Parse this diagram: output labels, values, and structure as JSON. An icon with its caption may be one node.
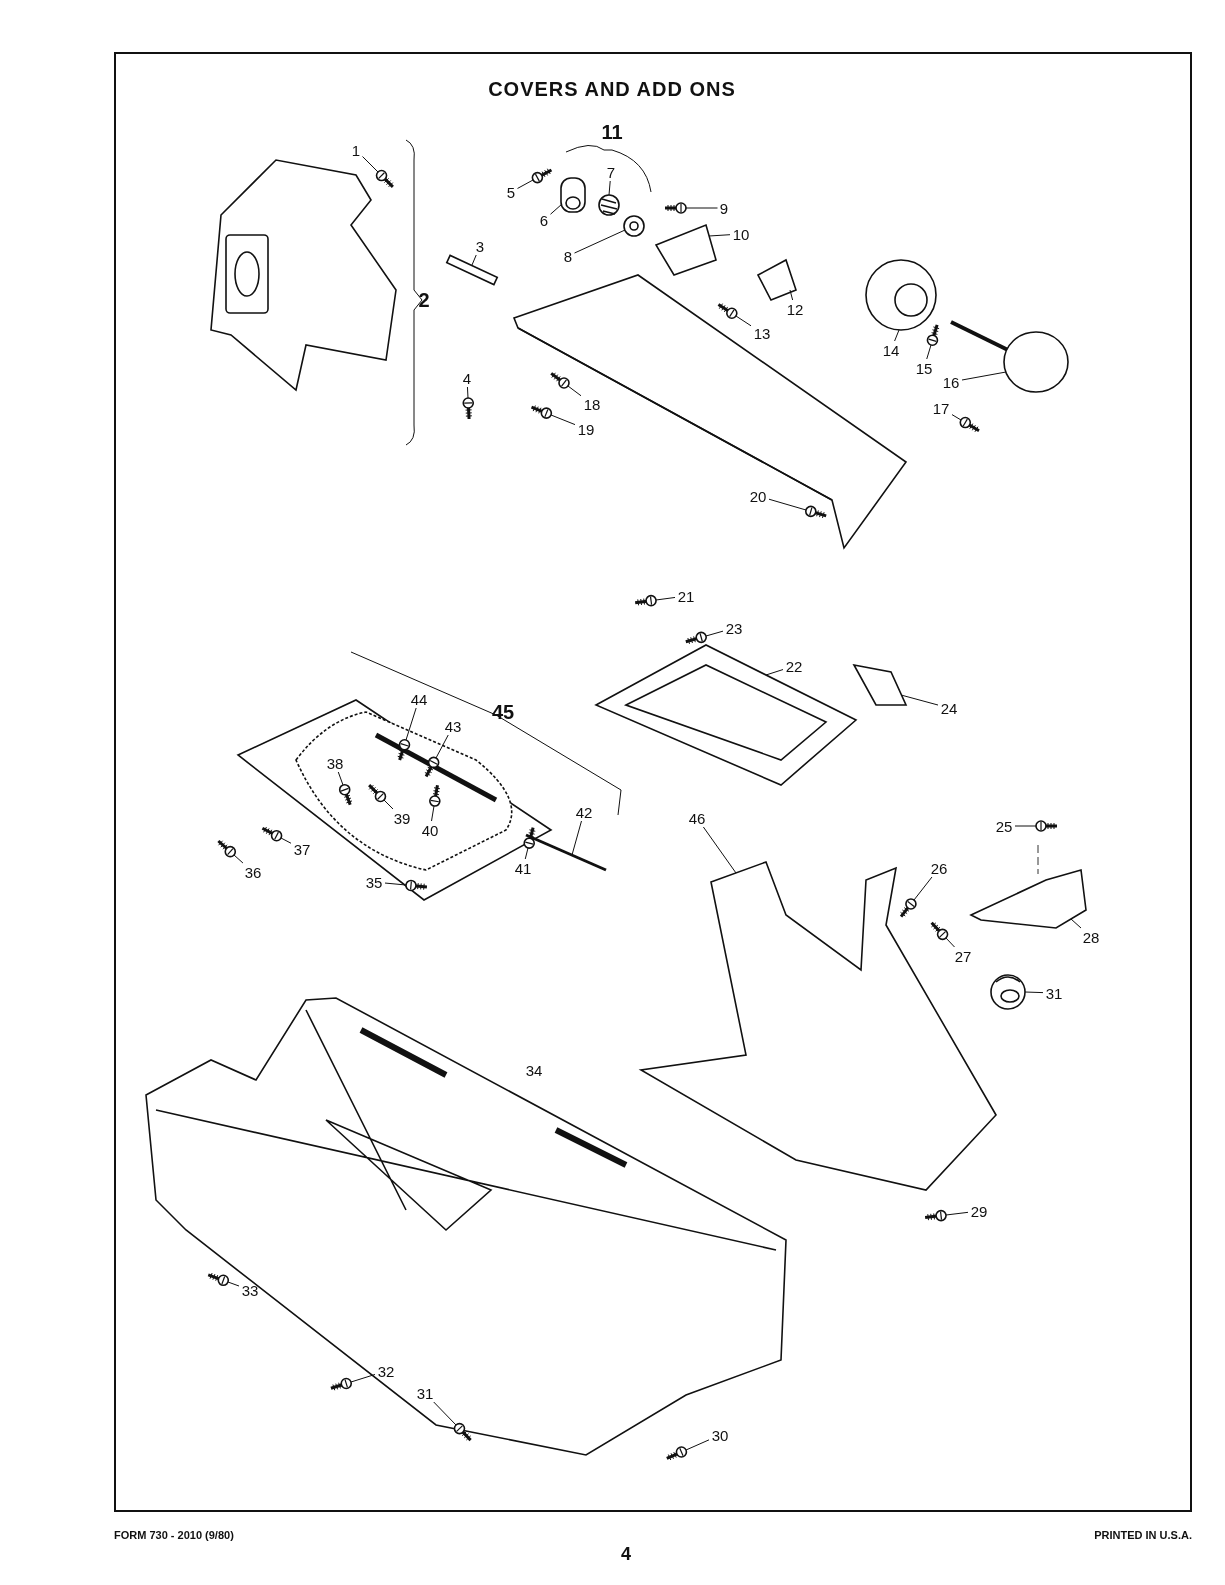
{
  "diagram": {
    "title": "COVERS AND ADD ONS",
    "nodes": [
      {
        "text": [
          "1"
        ]
      },
      {
        "text": [
          "3"
        ]
      },
      {
        "text": [
          "4"
        ]
      },
      {
        "text": [
          "5"
        ]
      },
      {
        "text": [
          "6"
        ]
      },
      {
        "text": [
          "7"
        ]
      },
      {
        "text": [
          "8"
        ]
      },
      {
        "text": [
          "9"
        ]
      },
      {
        "text": [
          "10"
        ]
      },
      {
        "text": [
          "12"
        ]
      },
      {
        "text": [
          "13"
        ]
      },
      {
        "text": [
          "14"
        ]
      },
      {
        "text": [
          "15"
        ]
      },
      {
        "text": [
          "16"
        ]
      },
      {
        "text": [
          "17"
        ]
      },
      {
        "text": [
          "18"
        ]
      },
      {
        "text": [
          "19"
        ]
      },
      {
        "text": [
          "20"
        ]
      },
      {
        "text": [
          "21"
        ]
      },
      {
        "text": [
          "22"
        ]
      },
      {
        "text": [
          "23"
        ]
      },
      {
        "text": [
          "24"
        ]
      },
      {
        "text": [
          "25"
        ]
      },
      {
        "text": [
          "26"
        ]
      },
      {
        "text": [
          "27"
        ]
      },
      {
        "text": [
          "28"
        ]
      },
      {
        "text": [
          "29"
        ]
      },
      {
        "text": [
          "30"
        ]
      },
      {
        "text": [
          "31"
        ]
      },
      {
        "text": [
          "31"
        ]
      },
      {
        "text": [
          "32"
        ]
      },
      {
        "text": [
          "33"
        ]
      },
      {
        "text": [
          "35"
        ]
      },
      {
        "text": [
          "36"
        ]
      },
      {
        "text": [
          "37"
        ]
      },
      {
        "text": [
          "38"
        ]
      },
      {
        "text": [
          "39"
        ]
      },
      {
        "text": [
          "40"
        ]
      },
      {
        "text": [
          "41"
        ]
      },
      {
        "text": [
          "42"
        ]
      },
      {
        "text": [
          "43"
        ]
      },
      {
        "text": [
          "44"
        ]
      },
      {
        "text": [
          "46"
        ]
      },
      {
        "text": [],
        "shape": "picture"
      },
      {
        "text": [],
        "shape": "picture"
      },
      {
        "text": [],
        "shape": "picture"
      },
      {
        "text": [],
        "shape": "picture"
      },
      {
        "text": [],
        "shape": "picture"
      },
      {
        "text": [],
        "shape": "picture"
      },
      {
        "text": [],
        "shape": "picture"
      },
      {
        "text": [],
        "shape": "picture"
      },
      {
        "text": [],
        "shape": "picture"
      },
      {
        "text": [],
        "shape": "picture"
      },
      {
        "text": [],
        "shape": "picture"
      },
      {
        "text": [],
        "shape": "picture"
      },
      {
        "text": [],
        "shape": "picture"
      },
      {
        "text": [],
        "shape": "picture"
      },
      {
        "text": [],
        "shape": "picture"
      },
      {
        "text": [],
        "shape": "picture"
      },
      {
        "text": [],
        "shape": "picture"
      },
      {
        "text": [],
        "shape": "picture"
      },
      {
        "text": [],
        "shape": "picture"
      },
      {
        "text": [],
        "shape": "picture"
      },
      {
        "text": [],
        "shape": "picture"
      },
      {
        "text": [],
        "shape": "picture"
      },
      {
        "text": [],
        "shape": "picture"
      },
      {
        "text": [],
        "shape": "picture"
      },
      {
        "text": [],
        "shape": "picture"
      },
      {
        "text": [],
        "shape": "picture"
      },
      {
        "text": [],
        "shape": "picture"
      },
      {
        "text": [],
        "shape": "picture"
      },
      {
        "text": [],
        "shape": "picture"
      },
      {
        "text": [],
        "shape": "picture"
      },
      {
        "text": [],
        "shape": "picture"
      },
      {
        "text": [],
        "shape": "picture"
      },
      {
        "text": [],
        "shape": "picture"
      },
      {
        "text": [],
        "shape": "picture"
      },
      {
        "text": [],
        "shape": "picture"
      },
      {
        "text": [],
        "shape": "picture"
      },
      {
        "text": [],
        "shape": "picture"
      },
      {
        "text": [],
        "shape": "picture"
      },
      {
        "text": [],
        "shape": "picture"
      },
      {
        "text": [],
        "shape": "picture"
      },
      {
        "text": [],
        "shape": "picture"
      },
      {
        "text": [],
        "shape": "picture"
      },
      {
        "text": [],
        "shape": "picture"
      }
    ],
    "edges": [
      {
        "from": 0,
        "to": 43,
        "arrow": "none"
      },
      {
        "from": 1,
        "to": 44,
        "arrow": "none"
      },
      {
        "from": 2,
        "to": 45,
        "arrow": "none"
      },
      {
        "from": 3,
        "to": 46,
        "arrow": "none"
      },
      {
        "from": 4,
        "to": 47,
        "arrow": "none"
      },
      {
        "from": 5,
        "to": 48,
        "arrow": "none"
      },
      {
        "from": 6,
        "to": 49,
        "arrow": "none"
      },
      {
        "from": 7,
        "to": 50,
        "arrow": "none"
      },
      {
        "from": 8,
        "to": 51,
        "arrow": "none"
      },
      {
        "from": 9,
        "to": 52,
        "arrow": "none"
      },
      {
        "from": 10,
        "to": 53,
        "arrow": "none"
      },
      {
        "from": 11,
        "to": 54,
        "arrow": "none"
      },
      {
        "from": 12,
        "to": 55,
        "arrow": "none"
      },
      {
        "from": 13,
        "to": 56,
        "arrow": "none"
      },
      {
        "from": 14,
        "to": 57,
        "arrow": "none"
      },
      {
        "from": 15,
        "to": 58,
        "arrow": "none"
      },
      {
        "from": 16,
        "to": 59,
        "arrow": "none"
      },
      {
        "from": 17,
        "to": 60,
        "arrow": "none"
      },
      {
        "from": 18,
        "to": 61,
        "arrow": "none"
      },
      {
        "from": 19,
        "to": 62,
        "arrow": "none"
      },
      {
        "from": 20,
        "to": 63,
        "arrow": "none"
      },
      {
        "from": 21,
        "to": 64,
        "arrow": "none"
      },
      {
        "from": 22,
        "to": 65,
        "arrow": "none"
      },
      {
        "from": 23,
        "to": 66,
        "arrow": "none"
      },
      {
        "from": 24,
        "to": 67,
        "arrow": "none"
      },
      {
        "from": 25,
        "to": 68,
        "arrow": "none"
      },
      {
        "from": 26,
        "to": 69,
        "arrow": "none"
      },
      {
        "from": 27,
        "to": 70,
        "arrow": "none"
      },
      {
        "from": 28,
        "to": 71,
        "arrow": "none"
      },
      {
        "from": 29,
        "to": 72,
        "arrow": "none"
      },
      {
        "from": 30,
        "to": 73,
        "arrow": "none"
      },
      {
        "from": 31,
        "to": 74,
        "arrow": "none"
      },
      {
        "from": 32,
        "to": 75,
        "arrow": "none"
      },
      {
        "from": 33,
        "to": 76,
        "arrow": "none"
      },
      {
        "from": 34,
        "to": 77,
        "arrow": "none"
      },
      {
        "from": 35,
        "to": 78,
        "arrow": "none"
      },
      {
        "from": 36,
        "to": 79,
        "arrow": "none"
      },
      {
        "from": 37,
        "to": 80,
        "arrow": "none"
      },
      {
        "from": 38,
        "to": 81,
        "arrow": "none"
      },
      {
        "from": 39,
        "to": 82,
        "arrow": "none"
      },
      {
        "from": 40,
        "to": 83,
        "arrow": "none"
      },
      {
        "from": 41,
        "to": 84,
        "arrow": "none"
      },
      {
        "from": 42,
        "to": 85,
        "arrow": "none"
      }
    ],
    "labels": [
      "2",
      "11",
      "34",
      "45",
      "FORM 730 - 2010 (9/80)",
      "PRINTED IN U.S.A.",
      "4"
    ]
  }
}
